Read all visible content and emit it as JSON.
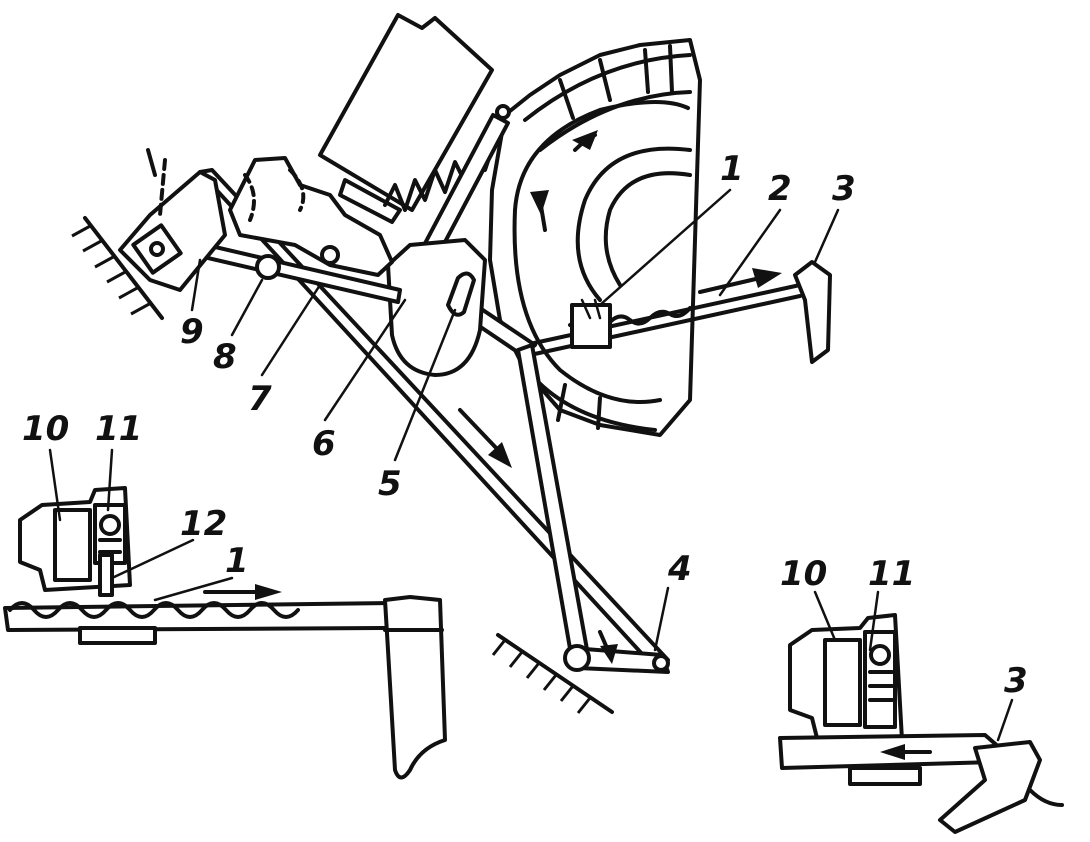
{
  "labels": {
    "l1_main": "1",
    "l2": "2",
    "l3_main": "3",
    "l4": "4",
    "l5": "5",
    "l6": "6",
    "l7": "7",
    "l8": "8",
    "l9": "9",
    "l10_left": "10",
    "l11_left": "11",
    "l12": "12",
    "l1_left": "1",
    "l10_right": "10",
    "l11_right": "11",
    "l3_right": "3"
  },
  "colors": {
    "ink": "#111111",
    "paper": "#ffffff"
  }
}
